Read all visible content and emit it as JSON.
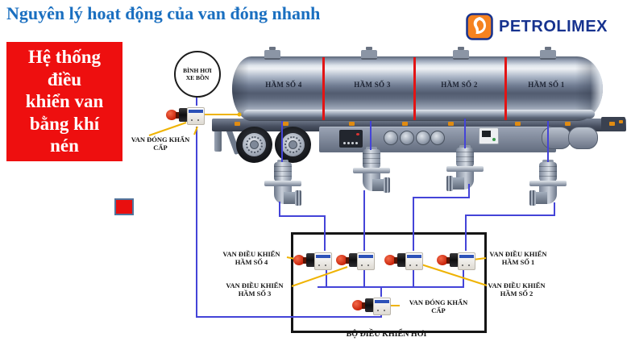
{
  "title": "Nguyên lý hoạt động của van đóng nhanh",
  "logo": {
    "brand": "PETROLIMEX"
  },
  "info_box": {
    "text": "Hệ thống\nđiều\nkhiển van\nbằng khí\nnén"
  },
  "air_tank": {
    "label": "BÌNH HƠI\nXE BỒN"
  },
  "tanker": {
    "compartments": [
      "HẦM SỐ 4",
      "HẦM SỐ 3",
      "HẦM SỐ 2",
      "HẦM SỐ 1"
    ]
  },
  "labels": {
    "emergency_valve_top": "VAN ĐÓNG KHẨN\nCẤP",
    "control_valve_c4": "VAN ĐIỀU KHIỂN\nHẦM SỐ 4",
    "control_valve_c3": "VAN ĐIỀU KHIỂN\nHẦM SỐ 3",
    "control_valve_c1": "VAN ĐIỀU KHIỂN\nHẦM SỐ 1",
    "control_valve_c2": "VAN ĐIỀU KHIỂN\nHẦM SỐ 2",
    "emergency_valve_box": "VAN ĐÓNG KHẨN\nCẤP",
    "control_unit": "BỘ ĐIỀU KHIỂN HƠI"
  },
  "colors": {
    "title_blue": "#1a6fc0",
    "brand_navy": "#17338f",
    "brand_orange": "#f58220",
    "info_box_red": "#ee0f0f",
    "pipe_blue": "#4444d8",
    "pointer_yellow": "#efb303",
    "compartment_divider_red": "#e31414"
  }
}
